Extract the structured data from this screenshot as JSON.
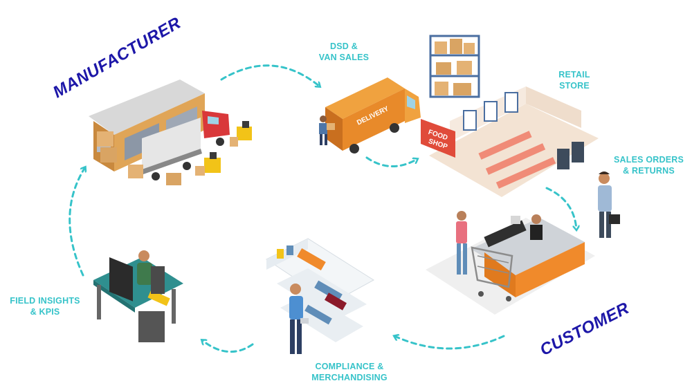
{
  "headings": {
    "manufacturer": "MANUFACTURER",
    "customer": "CUSTOMER"
  },
  "stages": {
    "dsd_line1": "DSD &",
    "dsd_line2": "VAN SALES",
    "retail_line1": "RETAIL",
    "retail_line2": "STORE",
    "sales_line1": "SALES ORDERS",
    "sales_line2": "& RETURNS",
    "compliance_line1": "COMPLIANCE &",
    "compliance_line2": "MERCHANDISING",
    "field_line1": "FIELD INSIGHTS",
    "field_line2": "& KPIS"
  },
  "signs": {
    "truck": "DELIVERY",
    "shop_line1": "FOOD",
    "shop_line2": "SHOP"
  },
  "colors": {
    "accent": "#36c3c9",
    "heading": "#1d17a8",
    "truck": "#e88a2a",
    "sign": "#e04b3a",
    "desk": "#2f8f8f"
  },
  "icons": [
    "warehouse",
    "delivery-truck",
    "retail-store",
    "businessman",
    "checkout-counter",
    "merchandise-shelf",
    "office-desk"
  ]
}
